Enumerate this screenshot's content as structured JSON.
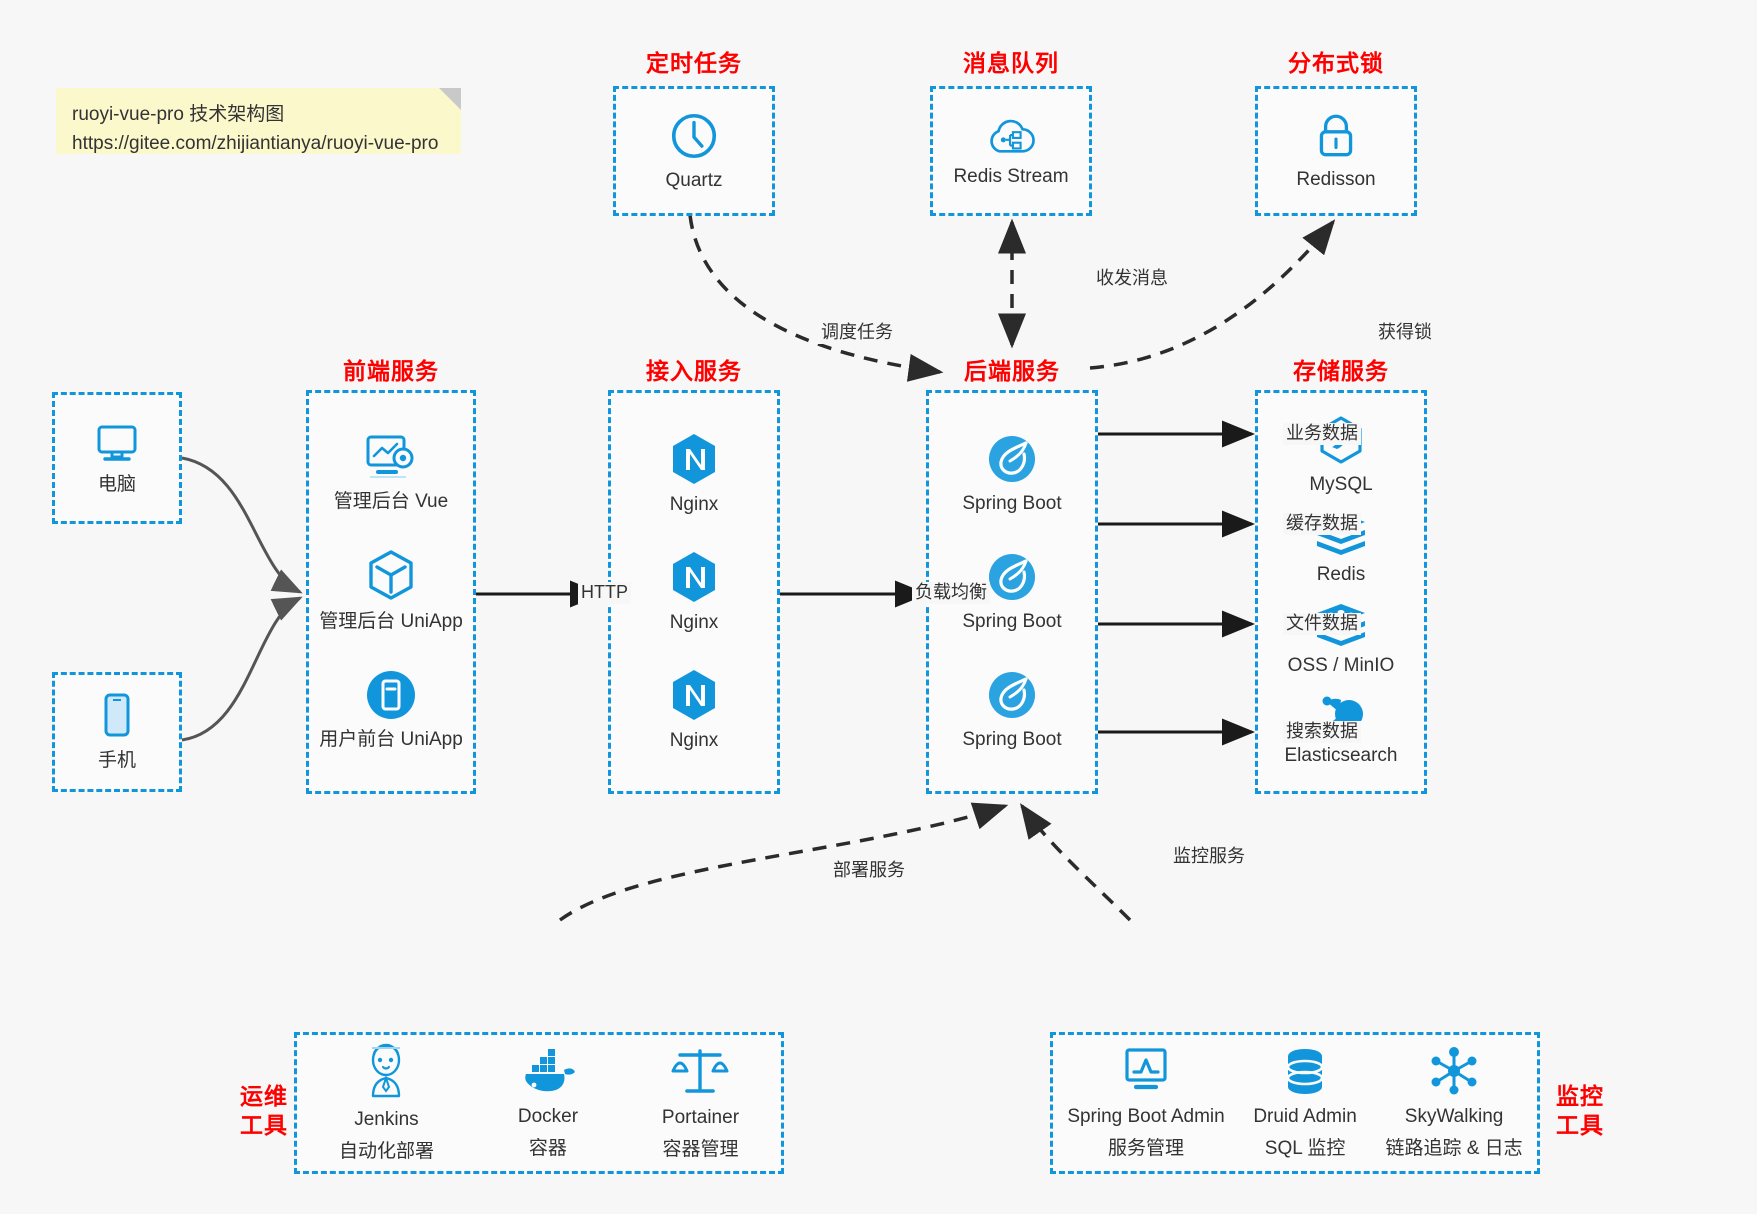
{
  "note": {
    "line1": "ruoyi-vue-pro 技术架构图",
    "line2": "https://gitee.com/zhijiantianya/ruoyi-vue-pro"
  },
  "colors": {
    "accent_blue": "#1296db",
    "title_red": "#ff0000",
    "arrow_gray": "#555555",
    "background": "#f7f7f7",
    "note_yellow": "#fbf8cc"
  },
  "groups": {
    "scheduled_task": {
      "title": "定时任务"
    },
    "message_queue": {
      "title": "消息队列"
    },
    "distributed_lock": {
      "title": "分布式锁"
    },
    "frontend": {
      "title": "前端服务"
    },
    "gateway": {
      "title": "接入服务"
    },
    "backend": {
      "title": "后端服务"
    },
    "storage": {
      "title": "存储服务"
    },
    "devops": {
      "title": "运维\n工具",
      "line1": "运维",
      "line2": "工具"
    },
    "monitor": {
      "title": "监控\n工具",
      "line1": "监控",
      "line2": "工具"
    }
  },
  "nodes": {
    "quartz": {
      "label": "Quartz",
      "icon": "clock-icon"
    },
    "redis_stream": {
      "label": "Redis Stream",
      "icon": "cloud-node-icon"
    },
    "redisson": {
      "label": "Redisson",
      "icon": "lock-icon"
    },
    "computer": {
      "label": "电脑",
      "icon": "desktop-icon"
    },
    "phone": {
      "label": "手机",
      "icon": "mobile-icon"
    },
    "admin_vue": {
      "label": "管理后台 Vue",
      "icon": "dashboard-gear-icon"
    },
    "admin_uniapp": {
      "label": "管理后台 UniApp",
      "icon": "cube-icon"
    },
    "user_uniapp": {
      "label": "用户前台 UniApp",
      "icon": "app-icon"
    },
    "nginx1": {
      "label": "Nginx",
      "icon": "nginx-icon"
    },
    "nginx2": {
      "label": "Nginx",
      "icon": "nginx-icon"
    },
    "nginx3": {
      "label": "Nginx",
      "icon": "nginx-icon"
    },
    "spring1": {
      "label": "Spring Boot",
      "icon": "spring-icon"
    },
    "spring2": {
      "label": "Spring Boot",
      "icon": "spring-icon"
    },
    "spring3": {
      "label": "Spring Boot",
      "icon": "spring-icon"
    },
    "mysql": {
      "label": "MySQL",
      "icon": "mysql-icon"
    },
    "redis": {
      "label": "Redis",
      "icon": "redis-icon"
    },
    "oss": {
      "label": "OSS / MinIO",
      "icon": "redis-icon"
    },
    "elasticsearch": {
      "label": "Elasticsearch",
      "icon": "elasticsearch-icon"
    },
    "jenkins": {
      "label": "Jenkins",
      "sub": "自动化部署",
      "icon": "jenkins-icon"
    },
    "docker": {
      "label": "Docker",
      "sub": "容器",
      "icon": "docker-icon"
    },
    "portainer": {
      "label": "Portainer",
      "sub": "容器管理",
      "icon": "scales-icon"
    },
    "sba": {
      "label": "Spring Boot Admin",
      "sub": "服务管理",
      "icon": "monitor-chart-icon"
    },
    "druid": {
      "label": "Druid Admin",
      "sub": "SQL 监控",
      "icon": "database-icon"
    },
    "skywalking": {
      "label": "SkyWalking",
      "sub": "链路追踪 & 日志",
      "icon": "network-icon"
    }
  },
  "edges": {
    "http": {
      "label": "HTTP"
    },
    "lb": {
      "label": "负载均衡"
    },
    "schedule": {
      "label": "调度任务"
    },
    "mq": {
      "label": "收发消息"
    },
    "lock": {
      "label": "获得锁"
    },
    "biz_data": {
      "label": "业务数据"
    },
    "cache_data": {
      "label": "缓存数据"
    },
    "file_data": {
      "label": "文件数据"
    },
    "search_data": {
      "label": "搜索数据"
    },
    "deploy": {
      "label": "部署服务"
    },
    "monitoring": {
      "label": "监控服务"
    }
  }
}
